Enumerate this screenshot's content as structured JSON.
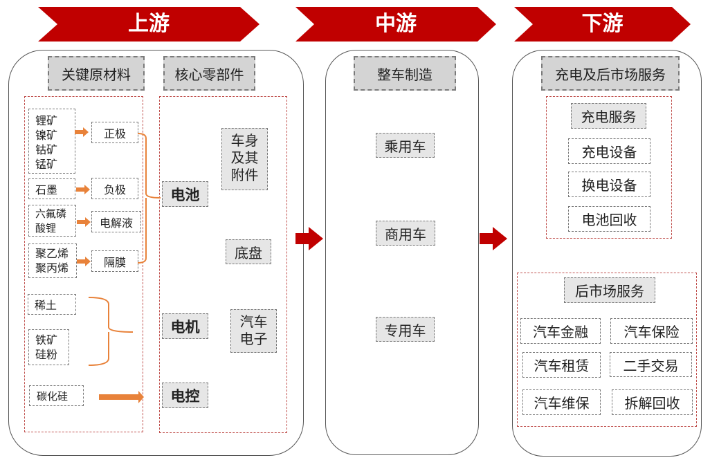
{
  "stages": {
    "upstream": {
      "title": "上游"
    },
    "midstream": {
      "title": "中游"
    },
    "downstream": {
      "title": "下游"
    }
  },
  "upstream": {
    "raw_materials_header": "关键原材料",
    "core_parts_header": "核心零部件",
    "battery_materials": [
      {
        "sources": [
          "锂矿",
          "镍矿",
          "钴矿",
          "锰矿"
        ],
        "component": "正极"
      },
      {
        "sources": [
          "石墨"
        ],
        "component": "负极"
      },
      {
        "sources": [
          "六氟磷",
          "酸锂"
        ],
        "component": "电解液"
      },
      {
        "sources": [
          "聚乙烯",
          "聚丙烯"
        ],
        "component": "隔膜"
      }
    ],
    "motor_materials": [
      [
        "稀土"
      ],
      [
        "铁矿",
        "硅粉"
      ]
    ],
    "control_material": "碳化硅",
    "core_parts": [
      "电池",
      "电机",
      "电控"
    ],
    "other_parts": [
      [
        "车身",
        "及其",
        "附件"
      ],
      [
        "底盘"
      ],
      [
        "汽车",
        "电子"
      ]
    ]
  },
  "midstream": {
    "header": "整车制造",
    "items": [
      "乘用车",
      "商用车",
      "专用车"
    ]
  },
  "downstream": {
    "header": "充电及后市场服务",
    "charging": {
      "title": "充电服务",
      "items": [
        "充电设备",
        "换电设备",
        "电池回收"
      ]
    },
    "aftermarket": {
      "title": "后市场服务",
      "items": [
        "汽车金融",
        "汽车保险",
        "汽车租赁",
        "二手交易",
        "汽车维保",
        "拆解回收"
      ]
    }
  },
  "colors": {
    "banner": "#c00000",
    "flow_arrow": "#c00000",
    "material_arrow": "#e8823a",
    "group_dash": "#c0504d",
    "header_fill": "#d4d4d4"
  }
}
